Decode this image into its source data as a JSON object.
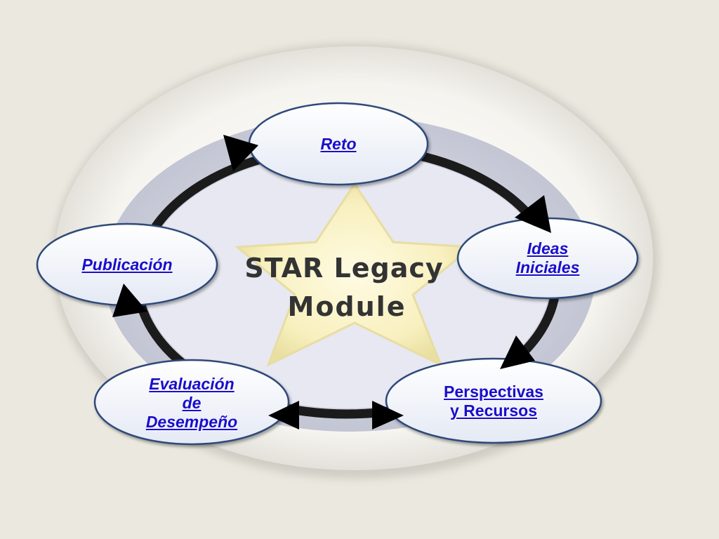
{
  "module_title": {
    "line1": "STAR Legacy",
    "line2": "Module"
  },
  "nodes": {
    "reto": {
      "label": "Reto"
    },
    "ideas_iniciales": {
      "line1": "Ideas",
      "line2": "Iniciales"
    },
    "perspectivas": {
      "line1": "Perspectivas",
      "line2": "y Recursos"
    },
    "evaluacion": {
      "line1": "Evaluación",
      "line2": "de",
      "line3": "Desempeño"
    },
    "publicacion": {
      "label": "Publicación"
    }
  },
  "colors": {
    "page_background": "#ebe9df",
    "ellipse_fill": "#f3f1ec",
    "node_fill": "#eef1f8",
    "node_border": "#2e4a7a",
    "link_text": "#1a0dcc",
    "cycle_ring": "#1b1b1b",
    "star_fill": "#fbf5c9",
    "arrowhead": "#000000"
  },
  "icons": [
    "cycle-arrowhead",
    "star-shape"
  ]
}
